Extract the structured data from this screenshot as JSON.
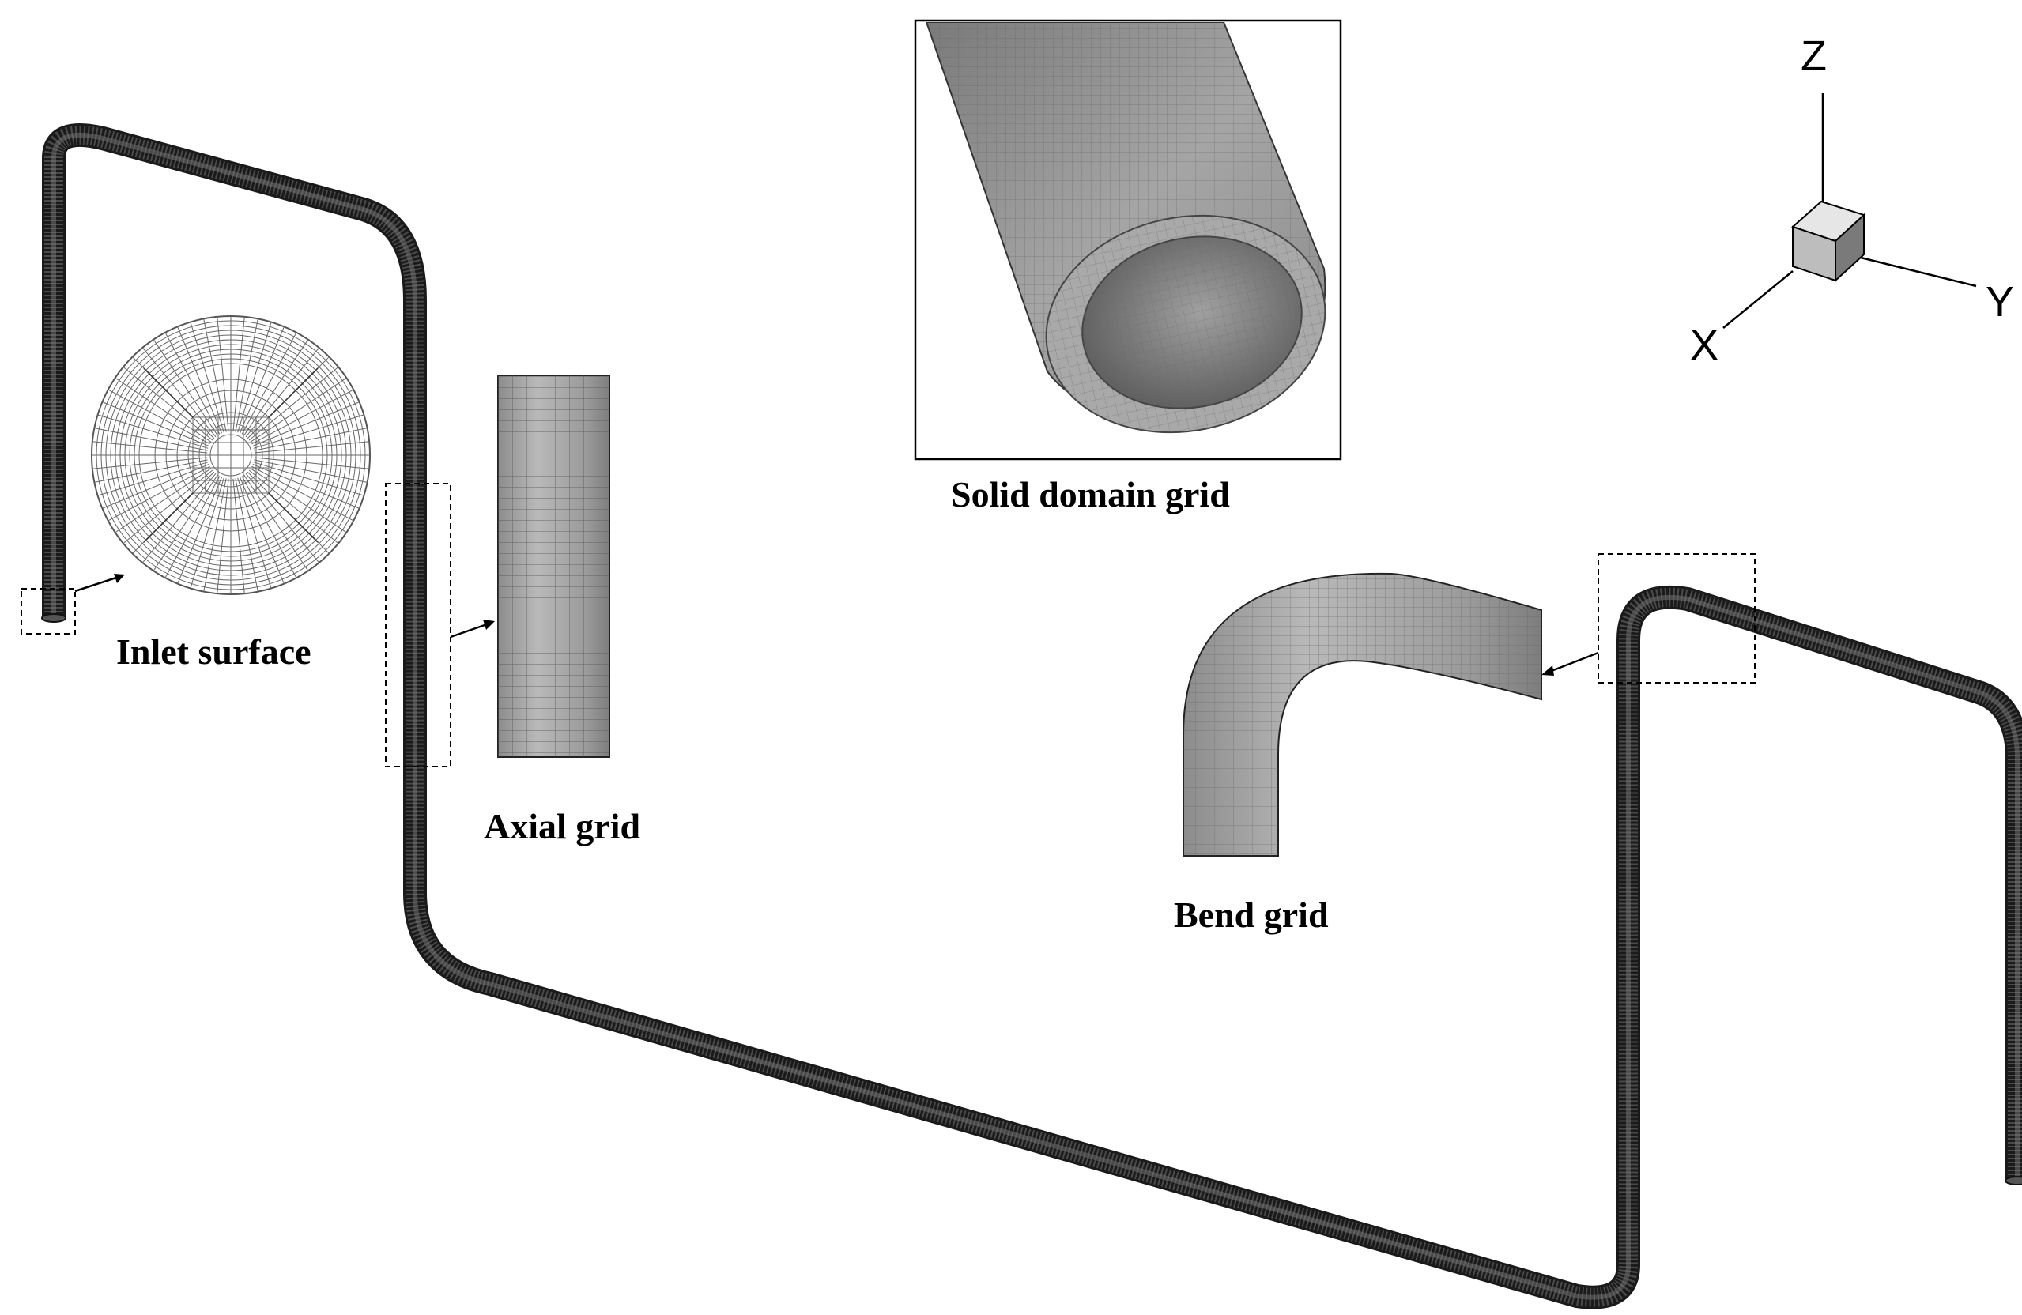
{
  "labels": {
    "inlet": "Inlet surface",
    "axial": "Axial grid",
    "solid": "Solid domain grid",
    "bend": "Bend grid"
  },
  "axes": {
    "z": "Z",
    "y": "Y",
    "x": "X"
  },
  "colors": {
    "pipe": "#333333",
    "mesh": "#555555",
    "detail_fill": "#a6a6a6",
    "outline": "#000000"
  }
}
